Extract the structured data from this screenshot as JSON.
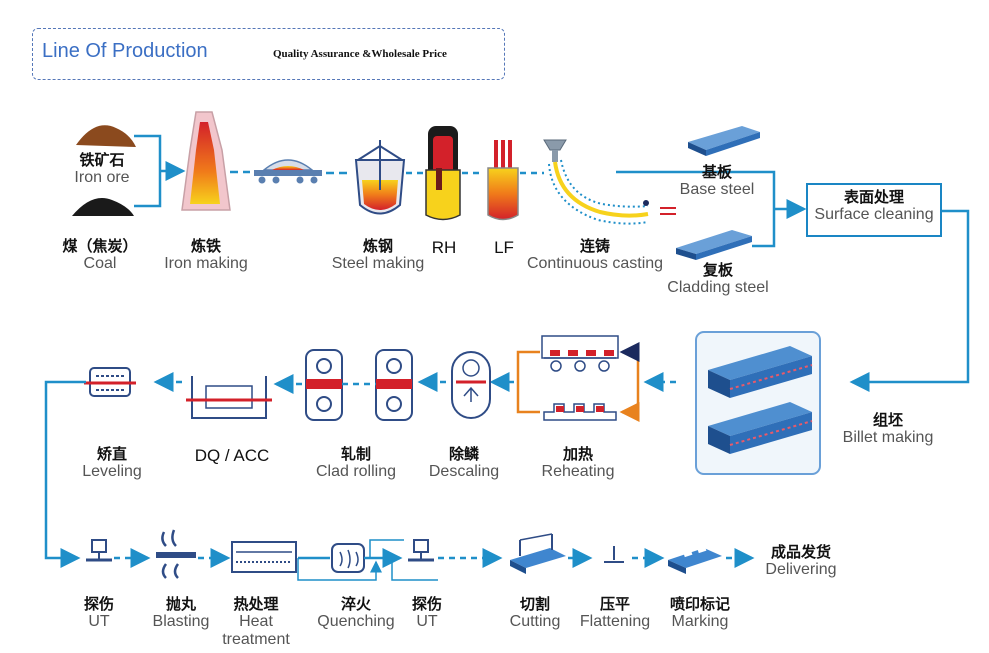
{
  "header": {
    "title": "Line Of Production",
    "subtitle": "Quality Assurance &Wholesale Price"
  },
  "colors": {
    "flow_line": "#1f8fc9",
    "slab_blue": "#2f6fb8",
    "hot_red": "#d3212a",
    "hot_orange": "#f29a1c",
    "reheat_orange": "#e8821e",
    "navy": "#1b2a5e"
  },
  "row1": {
    "iron_ore": {
      "zh": "铁矿石",
      "en": "Iron ore"
    },
    "coal": {
      "zh": "煤（焦炭）",
      "en": "Coal"
    },
    "iron_making": {
      "zh": "炼铁",
      "en": "Iron making"
    },
    "steel_making": {
      "zh": "炼钢",
      "en": "Steel making"
    },
    "rh": {
      "label": "RH"
    },
    "lf": {
      "label": "LF"
    },
    "continuous_casting": {
      "zh": "连铸",
      "en": "Continuous casting"
    },
    "base_steel": {
      "zh": "基板",
      "en": "Base steel"
    },
    "cladding_steel": {
      "zh": "复板",
      "en": "Cladding steel"
    },
    "surface_cleaning": {
      "zh": "表面处理",
      "en": "Surface cleaning"
    }
  },
  "row2": {
    "billet_making": {
      "zh": "组坯",
      "en": "Billet making"
    },
    "reheating": {
      "zh": "加热",
      "en": "Reheating"
    },
    "descaling": {
      "zh": "除鳞",
      "en": "Descaling"
    },
    "clad_rolling": {
      "zh": "轧制",
      "en": "Clad rolling"
    },
    "dq_acc": {
      "label": "DQ / ACC"
    },
    "leveling": {
      "zh": "矫直",
      "en": "Leveling"
    }
  },
  "row3": {
    "ut1": {
      "zh": "探伤",
      "en": "UT"
    },
    "blasting": {
      "zh": "抛丸",
      "en": "Blasting"
    },
    "heat_treatment": {
      "zh": "热处理",
      "en1": "Heat",
      "en2": "treatment"
    },
    "quenching": {
      "zh": "淬火",
      "en": "Quenching"
    },
    "ut2": {
      "zh": "探伤",
      "en": "UT"
    },
    "cutting": {
      "zh": "切割",
      "en": "Cutting"
    },
    "flattening": {
      "zh": "压平",
      "en": "Flattening"
    },
    "marking": {
      "zh": "喷印标记",
      "en": "Marking"
    },
    "delivering": {
      "zh": "成品发货",
      "en": "Delivering"
    }
  }
}
